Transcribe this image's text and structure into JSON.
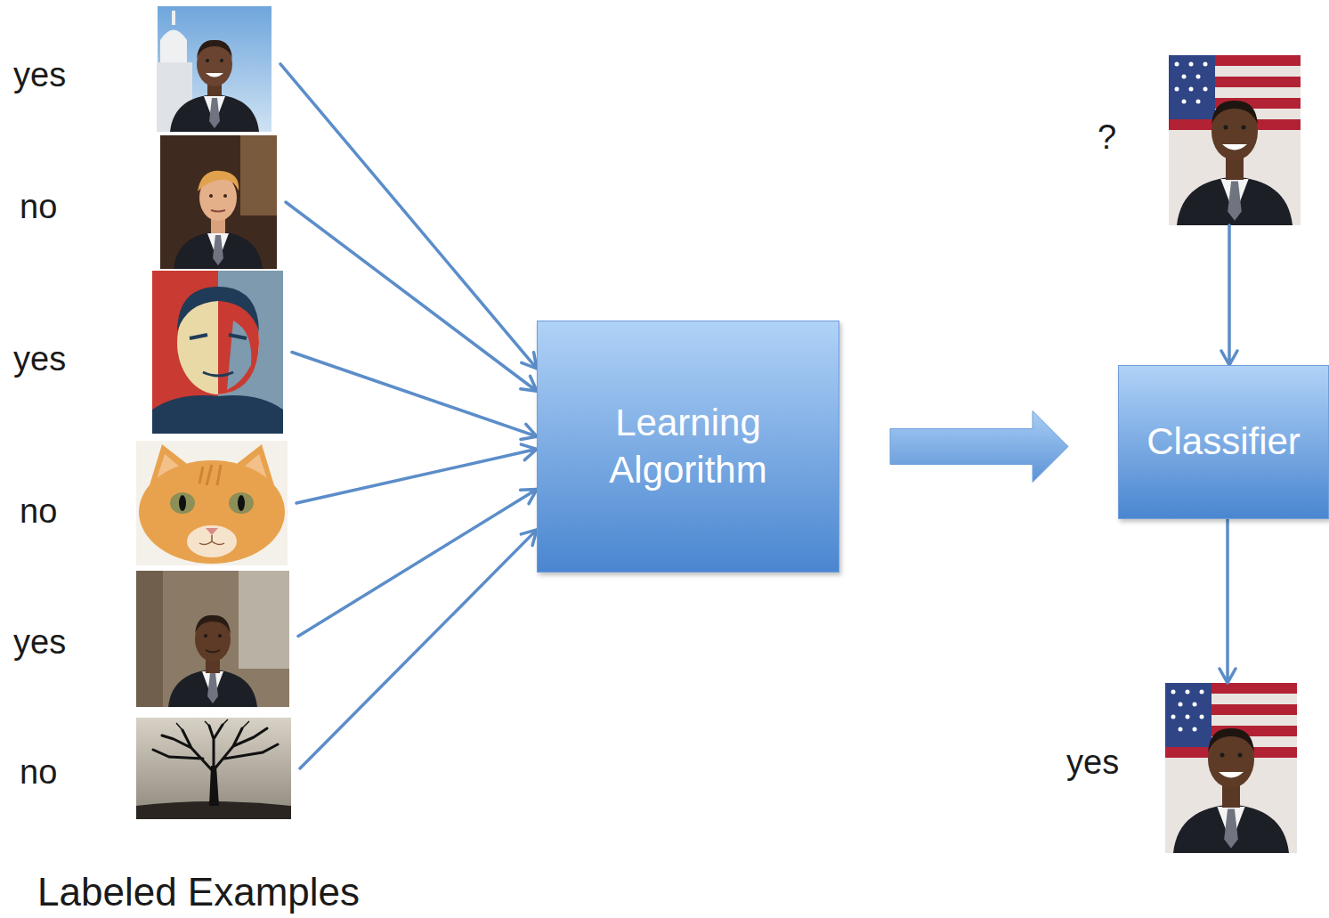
{
  "diagram": {
    "nodes": [
      {
        "text": [
          "yes"
        ]
      },
      {
        "text": [
          "no"
        ]
      },
      {
        "text": [
          "yes"
        ]
      },
      {
        "text": [
          "no"
        ]
      },
      {
        "text": [
          "yes"
        ]
      },
      {
        "text": [
          "no"
        ]
      },
      {
        "text": [
          "Learning Algorithm"
        ]
      },
      {
        "text": [
          "?"
        ]
      },
      {
        "text": [
          "Classifier"
        ]
      },
      {
        "text": [
          "yes"
        ]
      }
    ],
    "edges": [
      {
        "from": 0,
        "to": 6,
        "arrow": "to"
      },
      {
        "from": 1,
        "to": 6,
        "arrow": "to"
      },
      {
        "from": 2,
        "to": 6,
        "arrow": "to"
      },
      {
        "from": 3,
        "to": 6,
        "arrow": "to"
      },
      {
        "from": 4,
        "to": 6,
        "arrow": "to"
      },
      {
        "from": 5,
        "to": 6,
        "arrow": "to"
      },
      {
        "from": 6,
        "to": 8,
        "arrow": "to"
      },
      {
        "from": 7,
        "to": 8,
        "arrow": "to"
      },
      {
        "from": 8,
        "to": 9,
        "arrow": "to"
      }
    ],
    "labels": [
      "Labeled Examples"
    ]
  }
}
